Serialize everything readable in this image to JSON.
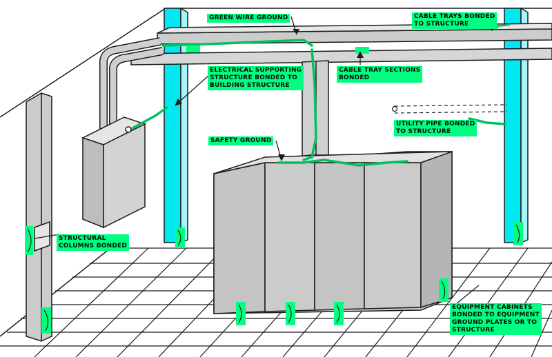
{
  "labels": {
    "green_wire_ground": "GREEN WIRE GROUND",
    "cable_trays_bonded": "CABLE TRAYS BONDED\nTO STRUCTURE",
    "electrical_supporting": "ELECTRICAL SUPPORTING\nSTRUCTURE BONDED TO\nBUILDING STRUCTURE",
    "cable_tray_sections": "CABLE TRAY SECTIONS\nBONDED",
    "utility_pipe": "UTILITY PIPE BONDED\nTO STRUCTURE",
    "safety_ground": "SAFETY GROUND",
    "structural_columns": "STRUCTURAL\nCOLUMNS BONDED",
    "equipment_cabinets": "EQUIPMENT CABINETS\nBONDED TO EQUIPMENT\nGROUND PLATES OR TO\nSTRUCTURE"
  },
  "colors": {
    "label_bg": "#00ff80",
    "column_fill": "#00e8f0",
    "steel_fill": "#cccccc",
    "cabinet_fill": "#c8c8c8",
    "ground_wire": "#00c060",
    "outline": "#1a1a1a"
  }
}
